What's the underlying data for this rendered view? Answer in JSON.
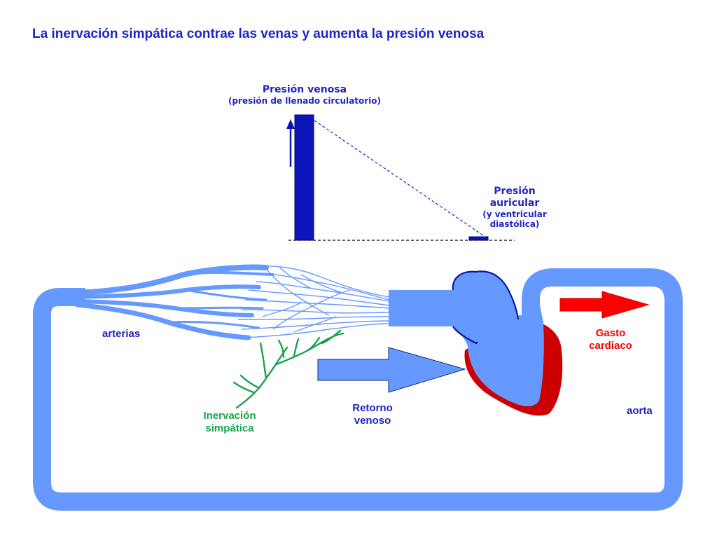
{
  "title": "La inervación simpática contrae las venas y aumenta la presión venosa",
  "bars": {
    "venous": {
      "title": "Presión venosa",
      "subtitle": "(presión de llenado circulatorio)"
    },
    "atrial": {
      "line1": "Presión",
      "line2": "auricular",
      "line3": "(y ventricular",
      "line4": "diastólica)"
    }
  },
  "labels": {
    "arterias": "arterias",
    "inervacion_1": "Inervación",
    "inervacion_2": "simpática",
    "retorno_1": "Retorno",
    "retorno_2": "venoso",
    "gasto_1": "Gasto",
    "gasto_2": "cardiaco",
    "aorta": "aorta"
  },
  "colors": {
    "title_blue": "#1f24c4",
    "vessel_blue": "#6699ff",
    "bar_blue": "#0b14b8",
    "nerve_green": "#1aa34a",
    "heart_red": "#cc0000",
    "arrow_red": "#ff0000",
    "heart_outline": "#0a16a8"
  }
}
